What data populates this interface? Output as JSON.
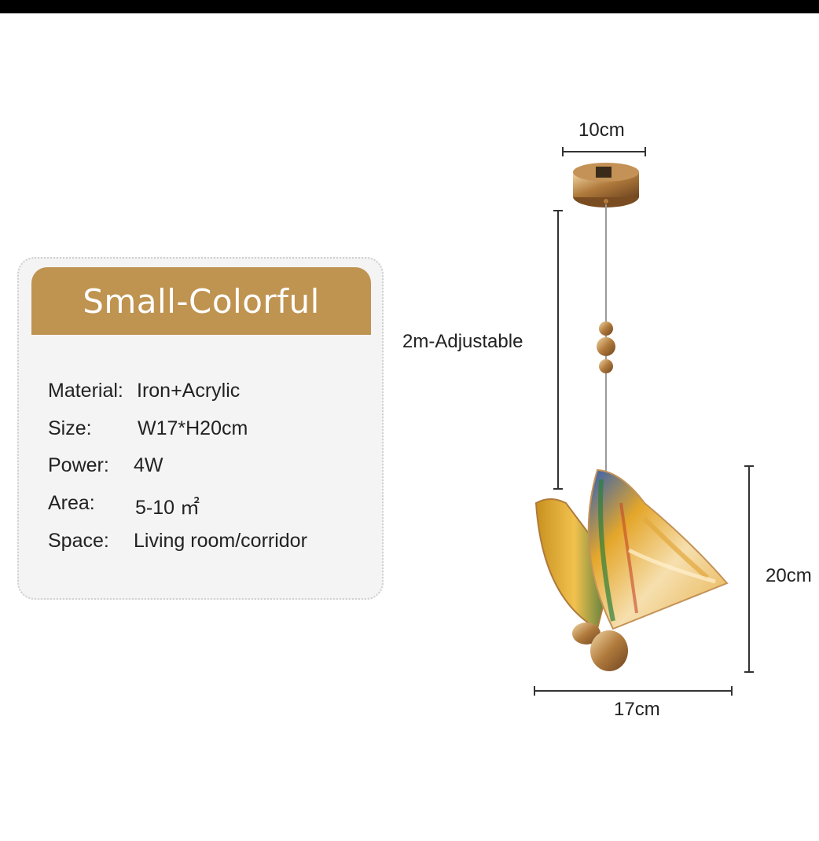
{
  "spec_card": {
    "title": "Small-Colorful",
    "rows": [
      {
        "label": "Material:",
        "value": "Iron+Acrylic"
      },
      {
        "label": "Size:",
        "value": "W17*H20cm"
      },
      {
        "label": "Power:",
        "value": "4W"
      },
      {
        "label": "Area:",
        "value": "5-10 ㎡"
      },
      {
        "label": "Space:",
        "value": "Living room/corridor"
      }
    ]
  },
  "dimensions": {
    "base_width": "10cm",
    "cable_length": "2m-Adjustable",
    "height": "20cm",
    "width": "17cm"
  },
  "colors": {
    "header": "#bf9350",
    "card_bg": "#f4f4f4",
    "gold": "#c79a5a"
  }
}
